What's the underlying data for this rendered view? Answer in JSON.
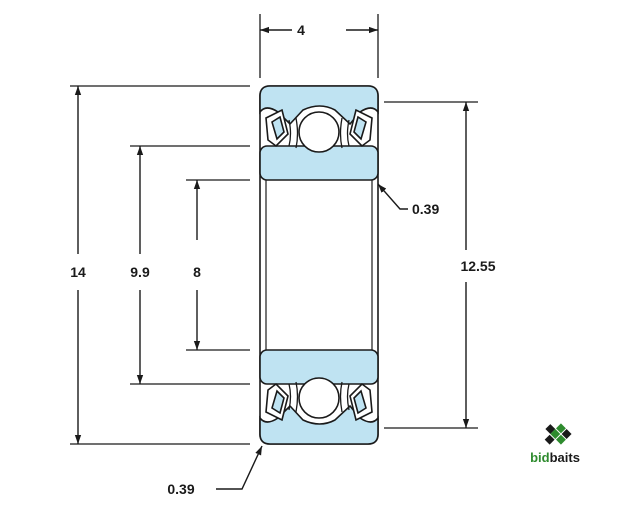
{
  "dimensions": {
    "width": "4",
    "outer_diameter": "14",
    "shield_diameter": "9.9",
    "bore": "8",
    "outer_ring_inner": "12.55",
    "chamfer_outer": "0.39",
    "chamfer_bottom": "0.39"
  },
  "logo": {
    "part1": "bid",
    "part2": "baits"
  },
  "colors": {
    "ring_fill": "#bfe3f2",
    "line": "#1a1a1a",
    "logo_green": "#2e8b2e",
    "logo_dark": "#1a1a1a"
  }
}
